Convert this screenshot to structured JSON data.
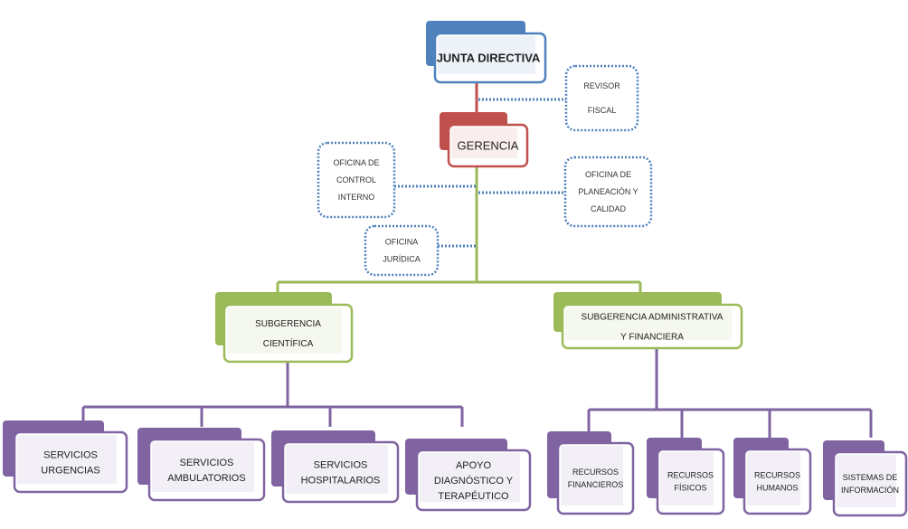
{
  "chart_data": {
    "type": "org-chart",
    "title": "",
    "colors": {
      "junta": "#4f81bd",
      "gerencia": "#c0504d",
      "subgerencia": "#9bbb59",
      "unidades": "#8064a2",
      "staff_dotted": "#4f81bd"
    },
    "nodes": [
      {
        "id": "junta",
        "label": "JUNTA DIRECTIVA",
        "lines": [
          "JUNTA DIRECTIVA"
        ],
        "level": 0,
        "color_key": "junta",
        "bold": true
      },
      {
        "id": "gerencia",
        "label": "GERENCIA",
        "lines": [
          "GERENCIA"
        ],
        "level": 1,
        "parent": "junta",
        "color_key": "gerencia"
      },
      {
        "id": "sub_cientifica",
        "label": "SUBGERENCIA CIENTÍFICA",
        "lines": [
          "SUBGERENCIA",
          "CIENTÍFICA"
        ],
        "level": 2,
        "parent": "gerencia",
        "color_key": "subgerencia"
      },
      {
        "id": "sub_admin",
        "label": "SUBGERENCIA ADMINISTRATIVA Y FINANCIERA",
        "lines": [
          "SUBGERENCIA  ADMINISTRATIVA",
          "Y FINANCIERA"
        ],
        "level": 2,
        "parent": "gerencia",
        "color_key": "subgerencia"
      },
      {
        "id": "urgencias",
        "label": "SERVICIOS URGENCIAS",
        "lines": [
          "SERVICIOS",
          "URGENCIAS"
        ],
        "level": 3,
        "parent": "sub_cientifica",
        "color_key": "unidades"
      },
      {
        "id": "ambulatorios",
        "label": "SERVICIOS AMBULATORIOS",
        "lines": [
          "SERVICIOS",
          "AMBULATORIOS"
        ],
        "level": 3,
        "parent": "sub_cientifica",
        "color_key": "unidades"
      },
      {
        "id": "hospitalarios",
        "label": "SERVICIOS HOSPITALARIOS",
        "lines": [
          "SERVICIOS",
          "HOSPITALARIOS"
        ],
        "level": 3,
        "parent": "sub_cientifica",
        "color_key": "unidades"
      },
      {
        "id": "apoyo",
        "label": "APOYO DIAGNÓSTICO Y TERAPÉUTICO",
        "lines": [
          "APOYO",
          "DIAGNÓSTICO Y",
          "TERAPÉUTICO"
        ],
        "level": 3,
        "parent": "sub_cientifica",
        "color_key": "unidades"
      },
      {
        "id": "rec_financieros",
        "label": "RECURSOS FINANCIEROS",
        "lines": [
          "RECURSOS",
          "FINANCIEROS"
        ],
        "level": 3,
        "parent": "sub_admin",
        "color_key": "unidades"
      },
      {
        "id": "rec_fisicos",
        "label": "RECURSOS FÍSICOS",
        "lines": [
          "RECURSOS",
          "FÍSICOS"
        ],
        "level": 3,
        "parent": "sub_admin",
        "color_key": "unidades"
      },
      {
        "id": "rec_humanos",
        "label": "RECURSOS HUMANOS",
        "lines": [
          "RECURSOS",
          "HUMANOS"
        ],
        "level": 3,
        "parent": "sub_admin",
        "color_key": "unidades"
      },
      {
        "id": "sistemas",
        "label": "SISTEMAS DE INFORMACIÓN",
        "lines": [
          "SISTEMAS DE",
          "INFORMACIÓN"
        ],
        "level": 3,
        "parent": "sub_admin",
        "color_key": "unidades"
      }
    ],
    "staff_nodes": [
      {
        "id": "revisor",
        "label": "REVISOR FISCAL",
        "lines": [
          "REVISOR",
          "FISCAL"
        ],
        "attached_to": "junta",
        "side": "right"
      },
      {
        "id": "control_interno",
        "label": "OFICINA DE CONTROL INTERNO",
        "lines": [
          "OFICINA DE",
          "CONTROL",
          "INTERNO"
        ],
        "attached_to": "gerencia",
        "side": "left"
      },
      {
        "id": "planeacion",
        "label": "OFICINA DE PLANEACIÓN Y CALIDAD",
        "lines": [
          "OFICINA DE",
          "PLANEACIÓN Y",
          "CALIDAD"
        ],
        "attached_to": "gerencia",
        "side": "right"
      },
      {
        "id": "juridica",
        "label": "OFICINA JURÍDICA",
        "lines": [
          "OFICINA",
          "JURÍDICA"
        ],
        "attached_to": "gerencia",
        "side": "left"
      }
    ]
  }
}
